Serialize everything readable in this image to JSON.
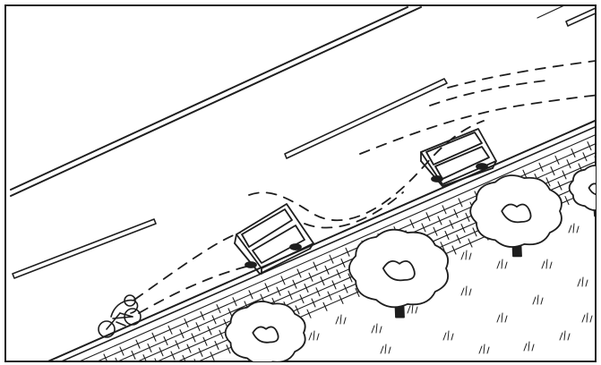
{
  "scene": {
    "kind": "line-drawing",
    "ink_color": "#1e1e1e",
    "paper_color": "#ffffff",
    "border_color": "#1e1e1e"
  },
  "items": {
    "road": "road",
    "lane_markings": "lane-dashes",
    "curb": "curb",
    "sidewalk": "brick-sidewalk",
    "cars": [
      "car",
      "car"
    ],
    "bicycle": "bicycle-with-rider",
    "motion_paths": "dashed-weave-paths",
    "trees": [
      "tree",
      "tree",
      "tree",
      "tree"
    ],
    "grass": "grass-tufts"
  }
}
